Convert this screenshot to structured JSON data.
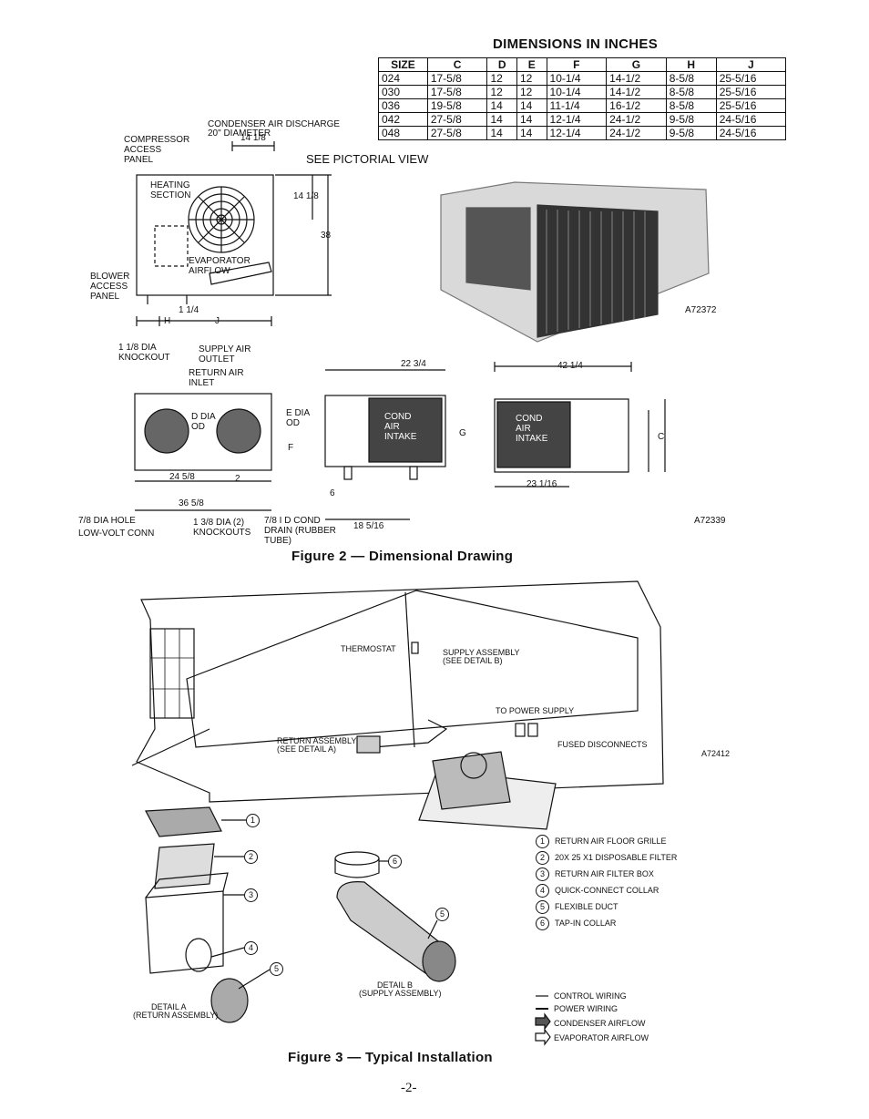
{
  "dimensions": {
    "title": "DIMENSIONS IN INCHES",
    "headers": [
      "SIZE",
      "C",
      "D",
      "E",
      "F",
      "G",
      "H",
      "J"
    ],
    "rows": [
      [
        "024",
        "17-5/8",
        "12",
        "12",
        "10-1/4",
        "14-1/2",
        "8-5/8",
        "25-5/16"
      ],
      [
        "030",
        "17-5/8",
        "12",
        "12",
        "10-1/4",
        "14-1/2",
        "8-5/8",
        "25-5/16"
      ],
      [
        "036",
        "19-5/8",
        "14",
        "14",
        "11-1/4",
        "16-1/2",
        "8-5/8",
        "25-5/16"
      ],
      [
        "042",
        "27-5/8",
        "14",
        "14",
        "12-1/4",
        "24-1/2",
        "9-5/8",
        "24-5/16"
      ],
      [
        "048",
        "27-5/8",
        "14",
        "14",
        "12-1/4",
        "24-1/2",
        "9-5/8",
        "24-5/16"
      ]
    ]
  },
  "fig2": {
    "caption": "Figure 2 — Dimensional Drawing",
    "labels": {
      "compressor_access": "COMPRESSOR ACCESS PANEL",
      "condenser_discharge": "CONDENSER AIR DISCHARGE",
      "diameter": "20\" DIAMETER",
      "see_pictorial": "SEE PICTORIAL VIEW",
      "heating_section": "HEATING SECTION",
      "evaporator_airflow": "EVAPORATOR AIRFLOW",
      "blower_access": "BLOWER ACCESS PANEL",
      "dim_14_18": "14 1/8",
      "dim_38": "38",
      "dim_h": "H",
      "dim_j": "J",
      "dim_1_14": "1 1/4",
      "knockout": "1 1/8 DIA KNOCKOUT",
      "supply_outlet": "SUPPLY AIR OUTLET",
      "return_inlet": "RETURN AIR INLET",
      "d_dia": "D DIA OD",
      "e_dia": "E DIA OD",
      "dim_f": "F",
      "cond_drain": "7/8 I D COND DRAIN (RUBBER TUBE)",
      "hole": "7/8 DIA HOLE",
      "low_volt": "LOW-VOLT CONN",
      "knockouts": "1 3/8 DIA (2) KNOCKOUTS",
      "dim_24_58": "24 5/8",
      "dim_36_58": "36 5/8",
      "dim_22_34": "22 3/4",
      "dim_42_14": "42 1/4",
      "dim_23_116": "23 1/16",
      "dim_18_516": "18 5/16",
      "dim_g": "G",
      "dim_c": "C",
      "dim_6": "6",
      "dim_2": "2",
      "cond_air_intake": "COND AIR INTAKE",
      "photo_code": "A72372",
      "drawing_code": "A72339"
    }
  },
  "fig3": {
    "caption": "Figure 3 — Typical Installation",
    "labels": {
      "thermostat": "THERMOSTAT",
      "supply_assembly": "SUPPLY ASSEMBLY",
      "see_detail_b": "(SEE DETAIL B)",
      "to_power_supply": "TO POWER SUPPLY",
      "return_assembly": "RETURN ASSEMBLY",
      "see_detail_a": "(SEE DETAIL A)",
      "fused_disconnects": "FUSED DISCONNECTS",
      "code": "A72412",
      "detail_a": "DETAIL A",
      "detail_a_sub": "(RETURN ASSEMBLY)",
      "detail_b": "DETAIL B",
      "detail_b_sub": "(SUPPLY ASSEMBLY)"
    },
    "parts": [
      {
        "n": "1",
        "label": "RETURN AIR FLOOR GRILLE"
      },
      {
        "n": "2",
        "label": "20x 25 x1 DISPOSABLE FILTER"
      },
      {
        "n": "3",
        "label": "RETURN AIR FILTER BOX"
      },
      {
        "n": "4",
        "label": "QUICK-CONNECT COLLAR"
      },
      {
        "n": "5",
        "label": "FLEXIBLE DUCT"
      },
      {
        "n": "6",
        "label": "TAP-IN COLLAR"
      }
    ],
    "legend": [
      {
        "label": "CONTROL WIRING"
      },
      {
        "label": "POWER WIRING"
      },
      {
        "label": "CONDENSER AIRFLOW"
      },
      {
        "label": "EVAPORATOR AIRFLOW"
      }
    ]
  },
  "page_number": "-2-"
}
